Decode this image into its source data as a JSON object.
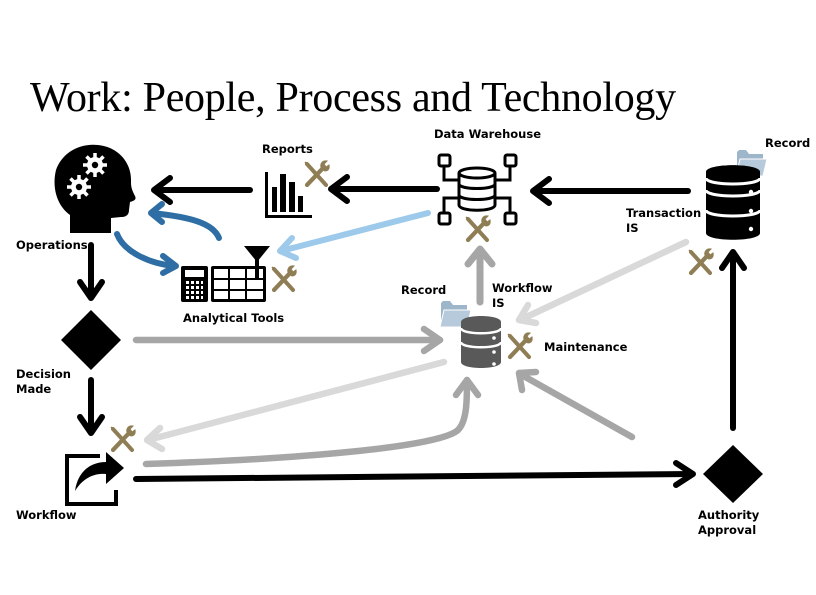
{
  "title": "Work: People, Process and Technology",
  "colors": {
    "primary_flow": "#000000",
    "workflow_is_flow": "#a6a6a6",
    "workflow_is_return_flow": "#d9d9d9",
    "analytics_loop": "#2e6ea4",
    "warehouse_to_tools": "#9dc9ea",
    "maintenance_tool": "#8f7e55",
    "record_folder": "#9eb6c9",
    "workflow_is_database": "#595959"
  },
  "nodes": {
    "operations": {
      "label": "Operations",
      "icon": "head-with-gears-icon"
    },
    "decision": {
      "label_line1": "Decision",
      "label_line2": "Made",
      "icon": "diamond-icon"
    },
    "workflow": {
      "label": "Workflow",
      "icon": "share-arrow-icon"
    },
    "authority": {
      "label_line1": "Authority",
      "label_line2": "Approval",
      "icon": "diamond-icon"
    },
    "reports": {
      "label": "Reports",
      "icon": "bar-chart-icon"
    },
    "analytical_tools": {
      "label": "Analytical Tools",
      "icon": "calculator-spreadsheet-filter-icon"
    },
    "data_warehouse": {
      "label": "Data Warehouse",
      "icon": "network-database-icon"
    },
    "transaction_is": {
      "label_line1": "Transaction",
      "label_line2": "IS",
      "icon": "database-icon",
      "record_label": "Record"
    },
    "workflow_is": {
      "label_line1": "Workflow",
      "label_line2": "IS",
      "icon": "database-icon",
      "record_label": "Record",
      "maintenance_label": "Maintenance"
    }
  },
  "edges": [
    {
      "from": "Operations",
      "to": "Decision Made",
      "style": "primary"
    },
    {
      "from": "Decision Made",
      "to": "Workflow",
      "style": "primary"
    },
    {
      "from": "Workflow",
      "to": "Authority Approval",
      "style": "primary"
    },
    {
      "from": "Authority Approval",
      "to": "Transaction IS",
      "style": "primary"
    },
    {
      "from": "Transaction IS",
      "to": "Data Warehouse",
      "style": "primary"
    },
    {
      "from": "Data Warehouse",
      "to": "Reports",
      "style": "primary"
    },
    {
      "from": "Reports",
      "to": "Operations",
      "style": "primary"
    },
    {
      "from": "Operations",
      "to": "Analytical Tools",
      "style": "analytics_loop"
    },
    {
      "from": "Analytical Tools",
      "to": "Operations",
      "style": "analytics_loop"
    },
    {
      "from": "Data Warehouse",
      "to": "Analytical Tools",
      "style": "warehouse"
    },
    {
      "from": "Workflow IS",
      "to": "Data Warehouse",
      "style": "workflow_is"
    },
    {
      "from": "Decision Made",
      "to": "Workflow IS",
      "style": "workflow_is"
    },
    {
      "from": "Workflow",
      "to": "Workflow IS",
      "style": "workflow_is"
    },
    {
      "from": "Authority Approval",
      "to": "Workflow IS",
      "style": "workflow_is"
    },
    {
      "from": "Transaction IS",
      "to": "Workflow IS",
      "style": "light"
    },
    {
      "from": "Workflow IS",
      "to": "Workflow",
      "style": "light"
    }
  ]
}
